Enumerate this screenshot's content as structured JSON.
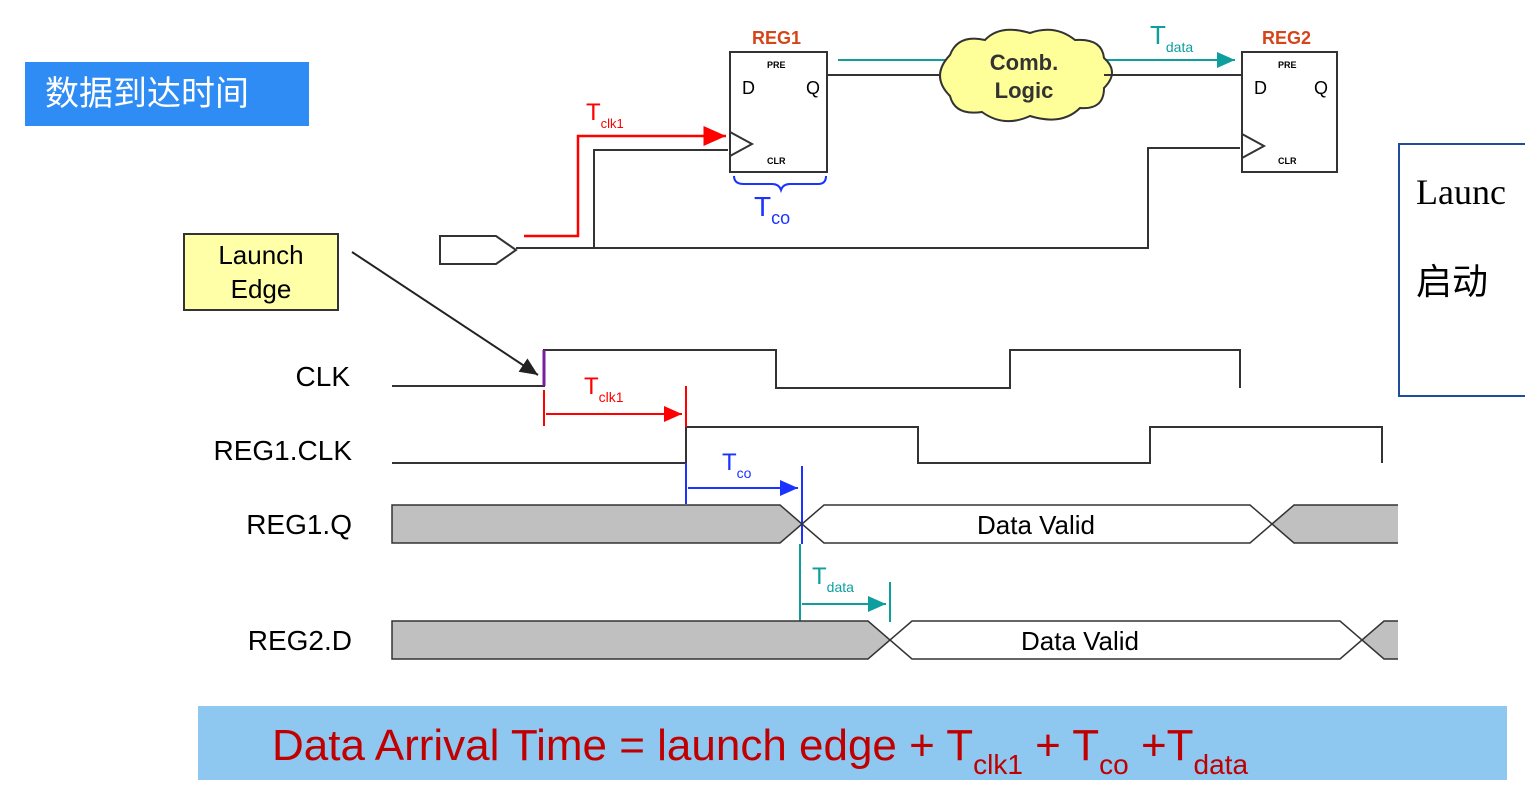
{
  "badge": {
    "title": "数据到达时间"
  },
  "note": {
    "line1": "Launc",
    "line2": "启动"
  },
  "schematic": {
    "reg1": {
      "name": "REG1",
      "d": "D",
      "q": "Q",
      "pre": "PRE",
      "clr": "CLR"
    },
    "reg2": {
      "name": "REG2",
      "d": "D",
      "q": "Q",
      "pre": "PRE",
      "clr": "CLR"
    },
    "comb": {
      "line1": "Comb.",
      "line2": "Logic"
    },
    "tdata": {
      "main": "T",
      "sub": "data"
    },
    "tclk1": {
      "main": "T",
      "sub": "clk1"
    },
    "tco": {
      "main": "T",
      "sub": "co"
    },
    "launch_edge": {
      "line1": "Launch",
      "line2": "Edge"
    }
  },
  "waveforms": {
    "signals": [
      "CLK",
      "REG1.CLK",
      "REG1.Q",
      "REG2.D"
    ],
    "data_valid": "Data Valid",
    "tclk1": {
      "main": "T",
      "sub": "clk1"
    },
    "tco": {
      "main": "T",
      "sub": "co"
    },
    "tdata": {
      "main": "T",
      "sub": "data"
    }
  },
  "formula": {
    "text": "Data Arrival Time = launch edge + T",
    "sub1": "clk1",
    "plus1": " + T",
    "sub2": "co",
    "plus2": " +T",
    "sub3": "data"
  },
  "colors": {
    "red": "#ff0000",
    "blue": "#1a33ff",
    "teal": "#0e9e9e",
    "orange": "#d4461a",
    "formula_text": "#c00000",
    "formula_bg": "#8ec8f0",
    "badge_bg": "#2f8cf5",
    "launch_box": "#ffffa8",
    "cloud": "#ffff99",
    "gray": "#c0c0c0"
  }
}
